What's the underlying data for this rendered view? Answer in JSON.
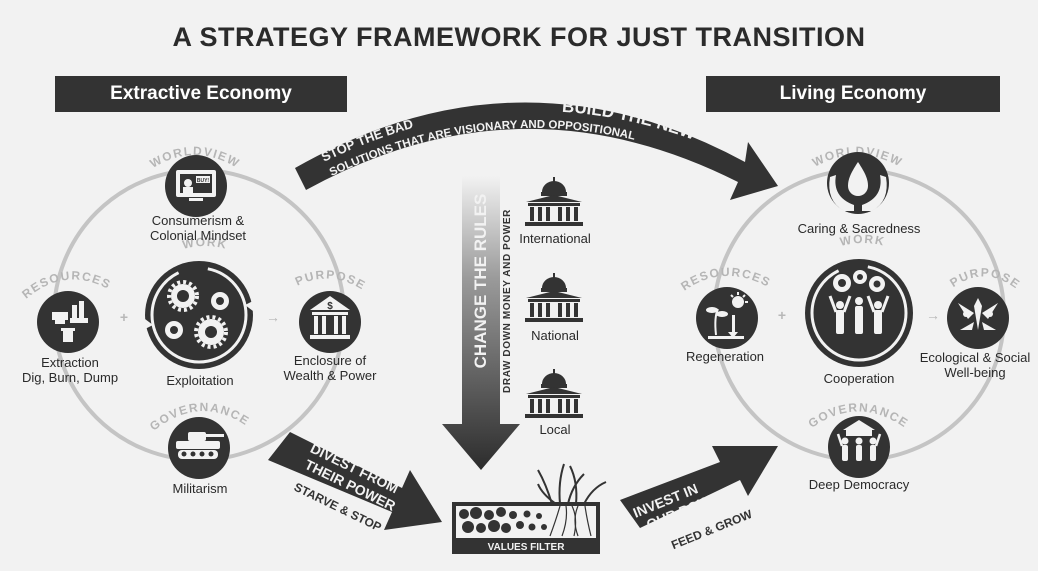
{
  "title": "A STRATEGY FRAMEWORK FOR JUST TRANSITION",
  "extractive": {
    "header": "Extractive Economy",
    "worldview": {
      "tag": "WORLDVIEW",
      "line1": "Consumerism &",
      "line2": "Colonial Mindset",
      "screen_text": "BUY!"
    },
    "work": {
      "tag": "WORK",
      "label": "Exploitation"
    },
    "resources": {
      "tag": "RESOURCES",
      "line1": "Extraction",
      "line2": "Dig, Burn, Dump"
    },
    "purpose": {
      "tag": "PURPOSE",
      "line1": "Enclosure of",
      "line2": "Wealth & Power"
    },
    "governance": {
      "tag": "GOVERNANCE",
      "label": "Militarism"
    }
  },
  "living": {
    "header": "Living Economy",
    "worldview": {
      "tag": "WORLDVIEW",
      "label": "Caring & Sacredness"
    },
    "work": {
      "tag": "WORK",
      "label": "Cooperation"
    },
    "resources": {
      "tag": "RESOURCES",
      "label": "Regeneration"
    },
    "purpose": {
      "tag": "PURPOSE",
      "line1": "Ecological & Social",
      "line2": "Well-being"
    },
    "governance": {
      "tag": "GOVERNANCE",
      "label": "Deep Democracy"
    }
  },
  "top_arrow": {
    "stop": "STOP THE BAD",
    "build": "BUILD THE NEW",
    "solutions": "SOLUTIONS THAT ARE VISIONARY AND OPPOSITIONAL"
  },
  "change_rules": {
    "title": "CHANGE THE RULES",
    "subtitle": "DRAW DOWN MONEY AND POWER",
    "levels": [
      "International",
      "National",
      "Local"
    ]
  },
  "divest": {
    "line1": "DIVEST FROM",
    "line2": "THEIR POWER",
    "line3": "STARVE & STOP"
  },
  "invest": {
    "line1": "INVEST IN",
    "line2": "OUR POWER",
    "line3": "FEED & GROW"
  },
  "filter": {
    "label": "VALUES FILTER"
  },
  "connectors": {
    "plus": "+",
    "arrow": "→"
  },
  "colors": {
    "dark": "#333333",
    "ring": "#c4c4c4",
    "background": "#f2f2f2",
    "tag": "#b9b9b9"
  }
}
